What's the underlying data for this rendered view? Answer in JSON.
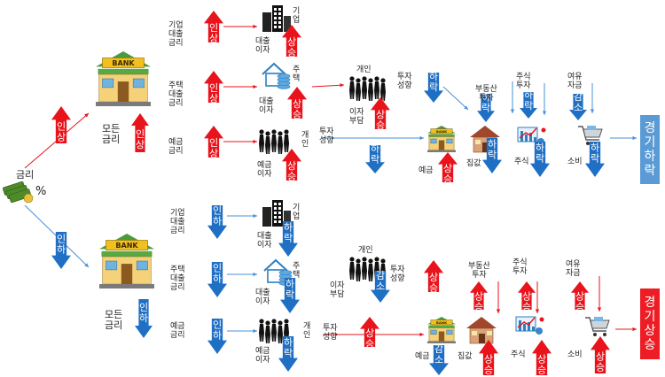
{
  "colors": {
    "up": "#e8131b",
    "down": "#1f6fc5",
    "econ_down": "#5b9bd5",
    "econ_up": "#ee1c24",
    "line_up": "#e8131b",
    "line_down": "#4a90d9"
  },
  "root": {
    "label1": "금리",
    "label2": "%"
  },
  "words": {
    "raise": "인상",
    "lower": "인하",
    "rise": "상승",
    "fall": "하락",
    "decrease": "감소",
    "all_rates": "모든\n금리",
    "corp_loan_rate": "기업\n대출\n금리",
    "house_loan_rate": "주택\n대출\n금리",
    "deposit_rate": "예금\n금리",
    "corp": "기\n업",
    "house": "주\n택",
    "personal": "개\n인",
    "loan_interest": "대출\n이자",
    "deposit_interest": "예금\n이자",
    "invest_tendency": "투자\n성향",
    "interest_burden": "이자\n부담",
    "individual": "개인",
    "real_estate": "부동산\n투자",
    "stock_invest": "주식\n투자",
    "spare_funds": "여유\n자금",
    "deposit": "예금",
    "house_price": "집값",
    "stock": "주식",
    "consumption": "소비"
  },
  "outcomes": {
    "top": "경기하락",
    "bottom": "경기상승"
  },
  "icons": {
    "bank": "bank-icon",
    "money": "money-icon",
    "building": "building-icon",
    "house": "house-coins-icon",
    "people": "people-icon",
    "home": "home-icon",
    "chart": "stock-chart-icon",
    "cart": "cart-icon"
  }
}
